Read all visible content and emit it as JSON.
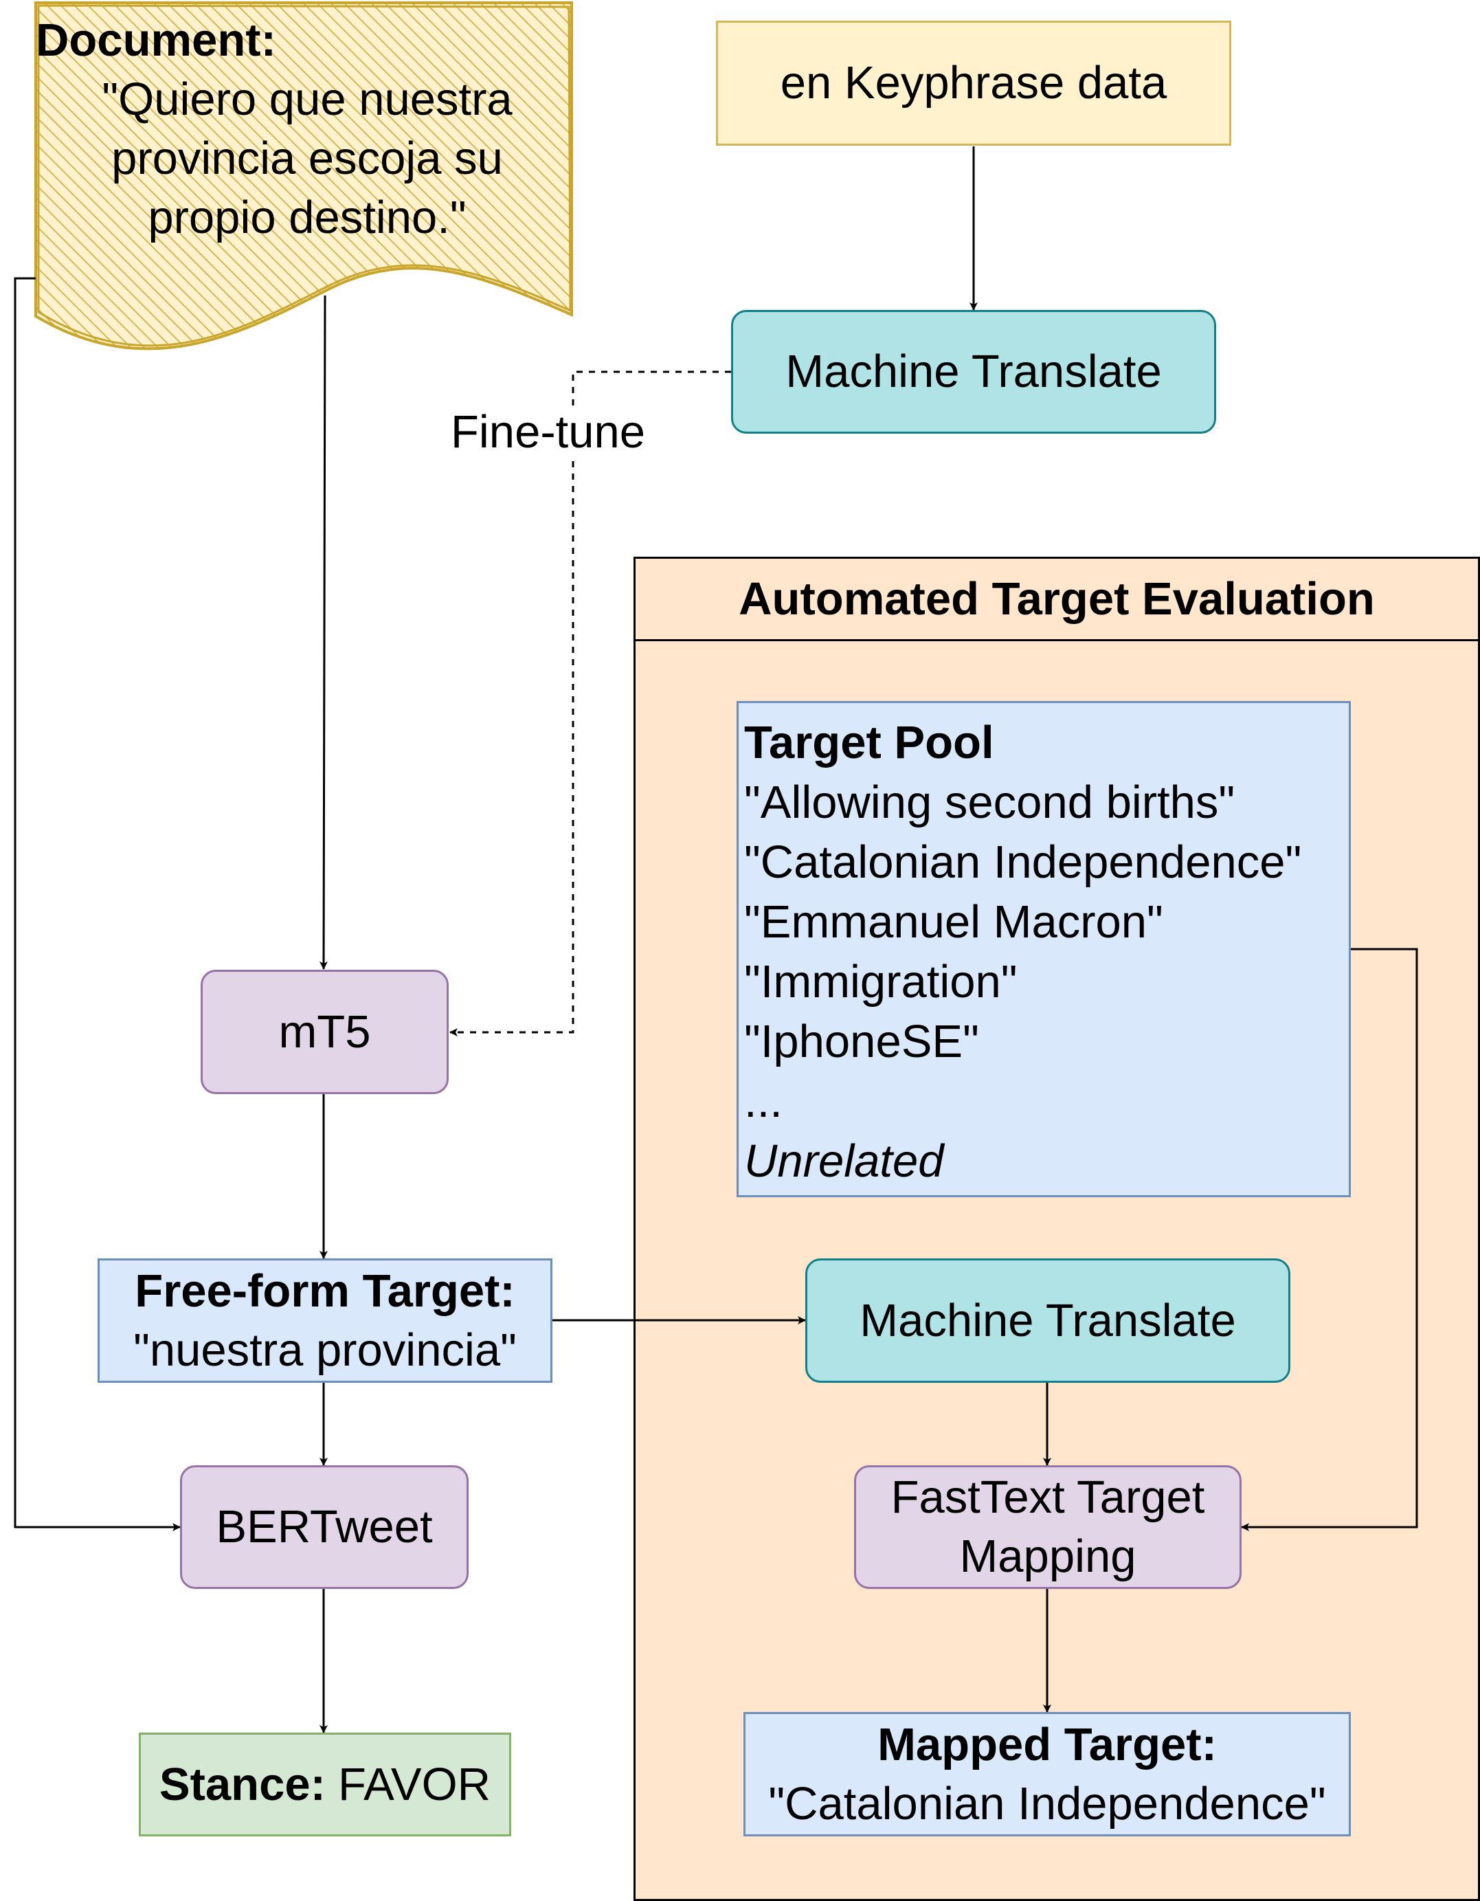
{
  "document": {
    "title": "Document:",
    "quote": "\"Quiero que nuestra provincia escoja su propio destino.\""
  },
  "keyphrase_data": {
    "label": "en Keyphrase data"
  },
  "machine_translate_top": {
    "label": "Machine Translate"
  },
  "finetune": {
    "label": "Fine-tune"
  },
  "mt5": {
    "label": "mT5"
  },
  "freeform_target": {
    "title": "Free-form Target:",
    "value": "\"nuestra provincia\""
  },
  "bertweet": {
    "label": "BERTweet"
  },
  "stance": {
    "title": "Stance:",
    "value": "FAVOR"
  },
  "ate": {
    "title": "Automated Target Evaluation",
    "target_pool": {
      "title": "Target Pool",
      "items": [
        "\"Allowing second births\"",
        "\"Catalonian Independence\"",
        "\"Emmanuel Macron\"",
        "\"Immigration\"",
        "\"IphoneSE\"",
        "..."
      ],
      "last_item": "Unrelated"
    },
    "machine_translate": {
      "label": "Machine Translate"
    },
    "fasttext": {
      "label": "FastText Target Mapping"
    },
    "mapped_target": {
      "title": "Mapped Target:",
      "value": "\"Catalonian Independence\""
    }
  },
  "colors": {
    "yellow_fill": "#fff2cc",
    "yellow_stroke": "#d6b656",
    "teal_fill": "#b0e3e6",
    "teal_stroke": "#0e8088",
    "purple_fill": "#e1d5e7",
    "purple_stroke": "#9673a6",
    "blue_fill": "#dae8fc",
    "blue_stroke": "#6c8ebf",
    "green_fill": "#d5e8d4",
    "green_stroke": "#82b366",
    "orange_fill": "#ffe6cc"
  }
}
